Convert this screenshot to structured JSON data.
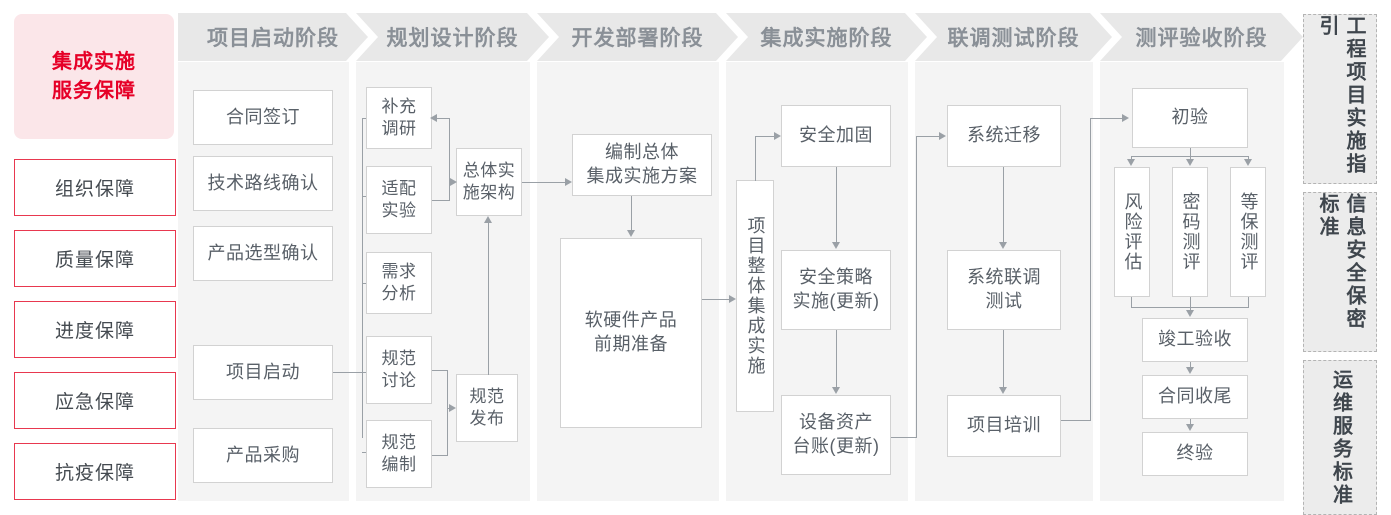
{
  "left_rail": {
    "title_lines": [
      "集成实施",
      "服务保障"
    ],
    "title_color": "#e60027",
    "title_bg": "#fbe6e9",
    "items": [
      {
        "label": "组织保障"
      },
      {
        "label": "质量保障"
      },
      {
        "label": "进度保障"
      },
      {
        "label": "应急保障"
      },
      {
        "label": "抗疫保障"
      }
    ]
  },
  "phases": [
    {
      "header": "项目启动阶段",
      "nodes": [
        {
          "label": "合同签订"
        },
        {
          "label": "技术路线确认"
        },
        {
          "label": "产品选型确认"
        },
        {
          "label": "项目启动"
        },
        {
          "label": "产品采购"
        }
      ]
    },
    {
      "header": "规划设计阶段",
      "nodes": [
        {
          "label": "补充\n调研"
        },
        {
          "label": "适配\n实验"
        },
        {
          "label": "需求\n分析"
        },
        {
          "label": "规范\n讨论"
        },
        {
          "label": "规范\n编制"
        },
        {
          "label": "总体实\n施架构"
        },
        {
          "label": "规范\n发布"
        }
      ]
    },
    {
      "header": "开发部署阶段",
      "nodes": [
        {
          "label": "编制总体\n集成实施方案"
        },
        {
          "label": "软硬件产品\n前期准备"
        }
      ]
    },
    {
      "header": "集成实施阶段",
      "nodes": [
        {
          "label": "项目整体集成实施"
        },
        {
          "label": "安全加固"
        },
        {
          "label": "安全策略\n实施(更新)"
        },
        {
          "label": "设备资产\n台账(更新)"
        }
      ]
    },
    {
      "header": "联调测试阶段",
      "nodes": [
        {
          "label": "系统迁移"
        },
        {
          "label": "系统联调\n测试"
        },
        {
          "label": "项目培训"
        }
      ]
    },
    {
      "header": "测评验收阶段",
      "nodes": [
        {
          "label": "初验"
        },
        {
          "label": "风险评估"
        },
        {
          "label": "密码测评"
        },
        {
          "label": "等保测评"
        },
        {
          "label": "竣工验收"
        },
        {
          "label": "合同收尾"
        },
        {
          "label": "终验"
        }
      ]
    }
  ],
  "right_rail": {
    "items": [
      {
        "label": "工程项目实施指引"
      },
      {
        "label": "信息安全保密标准"
      },
      {
        "label": "运维服务标准"
      }
    ]
  },
  "colors": {
    "accent_red": "#e60027",
    "panel_bg": "#f4f4f4",
    "header_bg": "#e8e8e8",
    "header_text": "#8a9097",
    "node_border": "#d2d2d2",
    "node_text": "#596068",
    "connector": "#9aa0a6"
  }
}
